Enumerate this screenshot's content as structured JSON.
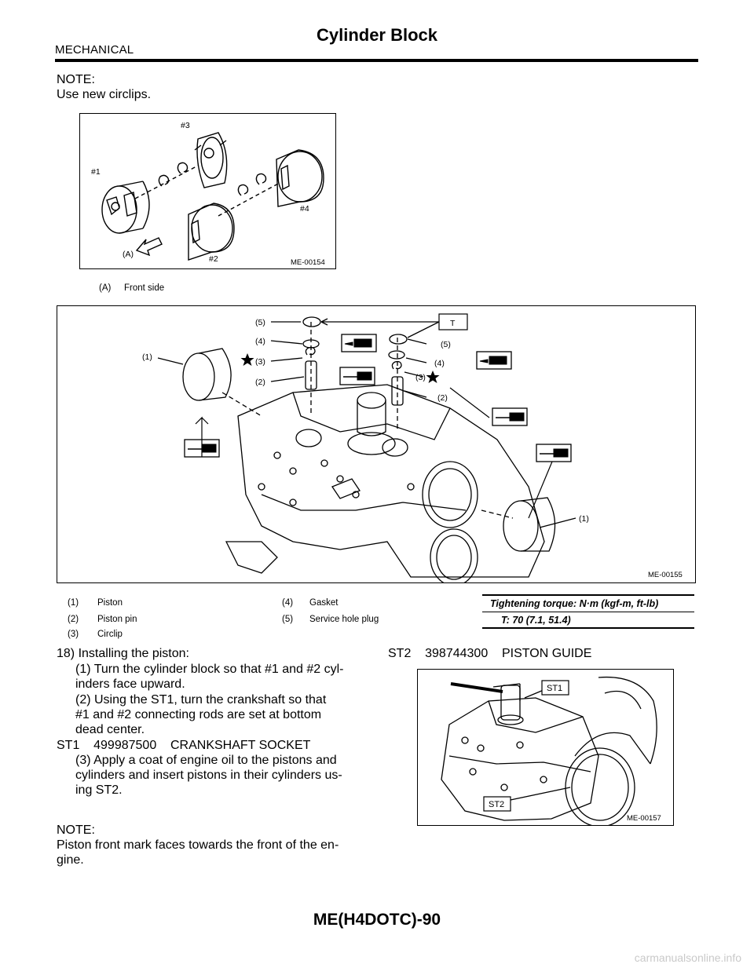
{
  "header": {
    "section": "MECHANICAL",
    "title": "Cylinder Block"
  },
  "note1": {
    "label": "NOTE:",
    "text": "Use new circlips."
  },
  "figure1": {
    "id": "ME-00154",
    "labels": {
      "p1": "#1",
      "p2": "#2",
      "p3": "#3",
      "p4": "#4",
      "a": "(A)"
    },
    "caption": {
      "key": "(A)",
      "text": "Front side"
    }
  },
  "figure2": {
    "id": "ME-00155",
    "labels": {
      "c1": "(1)",
      "c1b": "(1)",
      "c2": "(2)",
      "c2b": "(2)",
      "c3": "(3)",
      "c3b": "(3)",
      "c4": "(4)",
      "c4b": "(4)",
      "c5": "(5)",
      "c5b": "(5)",
      "t": "T"
    },
    "legend": [
      {
        "key": "(1)",
        "text": "Piston"
      },
      {
        "key": "(2)",
        "text": "Piston pin"
      },
      {
        "key": "(3)",
        "text": "Circlip"
      },
      {
        "key": "(4)",
        "text": "Gasket"
      },
      {
        "key": "(5)",
        "text": "Service hole plug"
      }
    ],
    "torque": {
      "heading": "Tightening torque: N·m (kgf-m, ft-lb)",
      "value": "T:   70 (7.1, 51.4)"
    }
  },
  "step18": {
    "heading": "18) Installing the piston:",
    "sub1_a": "(1)  Turn the cylinder block so that #1 and #2 cyl-",
    "sub1_b": "inders face upward.",
    "sub2_a": "(2)  Using the ST1, turn the crankshaft so that",
    "sub2_b": "#1 and #2 connecting rods are set at bottom",
    "sub2_c": "dead center.",
    "st1": "ST1    499987500    CRANKSHAFT SOCKET",
    "sub3_a": "(3)  Apply a coat of engine oil to the pistons and",
    "sub3_b": "cylinders and insert pistons in their cylinders us-",
    "sub3_c": "ing ST2."
  },
  "note2": {
    "label": "NOTE:",
    "line1": "Piston front mark faces towards the front of the en-",
    "line2": "gine."
  },
  "st2": "ST2    398744300    PISTON GUIDE",
  "figure3": {
    "id": "ME-00157",
    "labels": {
      "st1": "ST1",
      "st2": "ST2"
    }
  },
  "footer": {
    "page": "ME(H4DOTC)-90"
  },
  "watermark": "carmanualsonline.info"
}
